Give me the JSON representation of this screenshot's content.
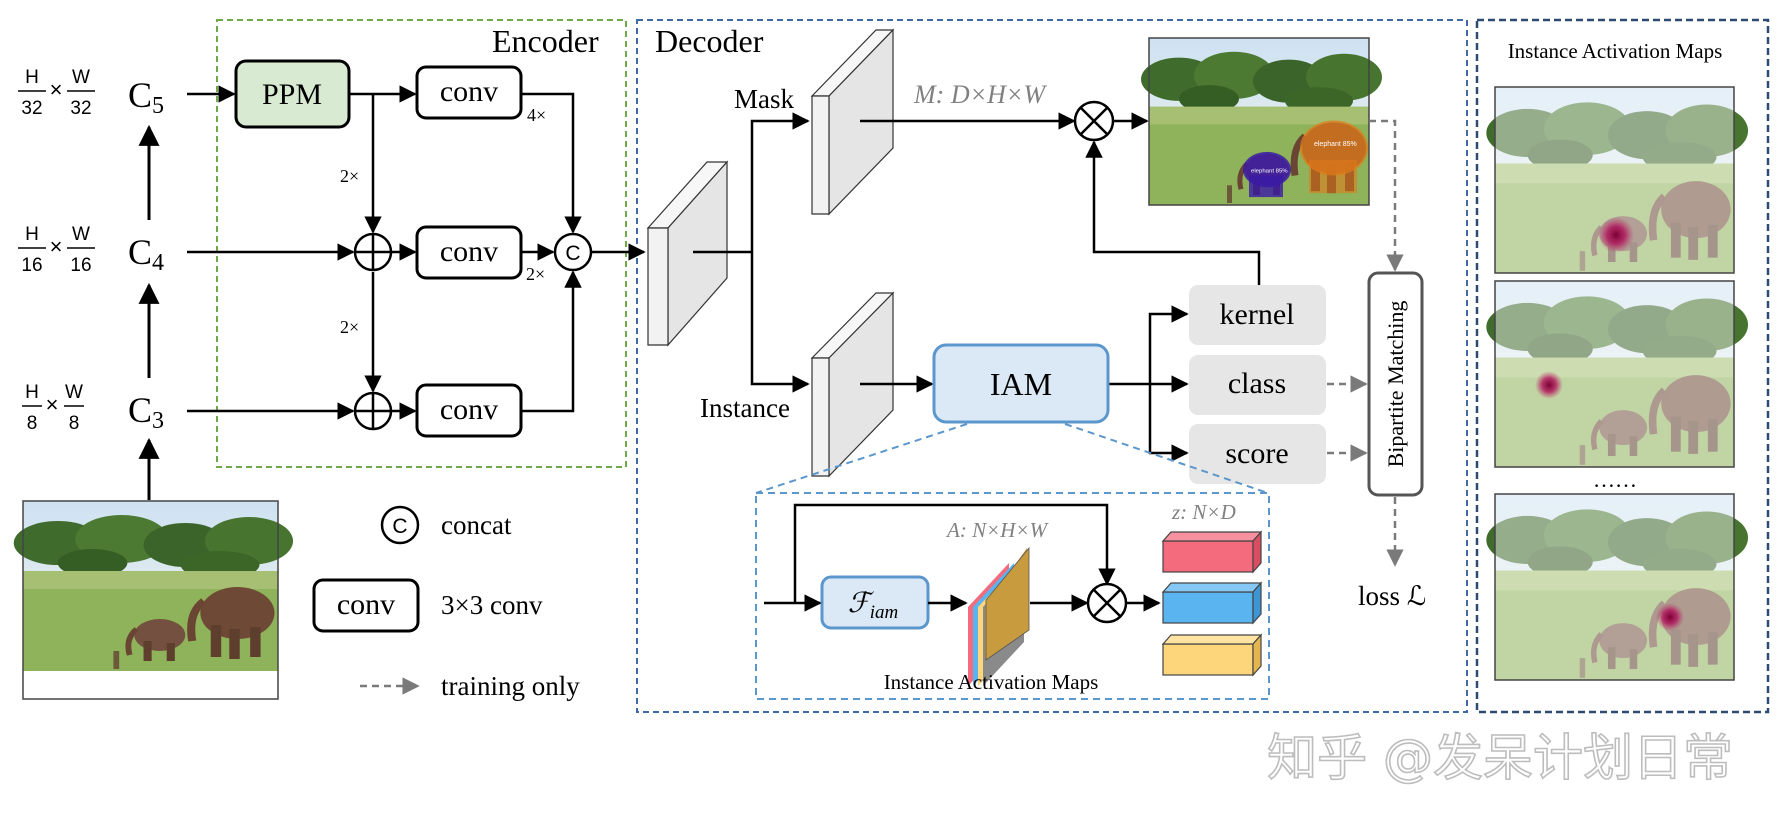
{
  "colors": {
    "encoder_border": "#6fa94a",
    "decoder_border": "#3f6aa6",
    "side_panel_border": "#2e4a72",
    "iam_border": "#5b97cc",
    "iam_fill": "#dbe9f7",
    "ppm_fill": "#d8ebd2",
    "head_fill": "#e6e6e6",
    "block_red": "#f46b7e",
    "block_blue": "#5ab4f0",
    "block_yellow": "#fdd57a",
    "watermark": "#c9c9c9"
  },
  "scales": {
    "c5": {
      "num_h": "H",
      "den_h": "32",
      "times": "×",
      "num_w": "W",
      "den_w": "32"
    },
    "c4": {
      "num_h": "H",
      "den_h": "16",
      "times": "×",
      "num_w": "W",
      "den_w": "16"
    },
    "c3": {
      "num_h": "H",
      "den_h": "8",
      "times": "×",
      "num_w": "W",
      "den_w": "8"
    }
  },
  "backbone": {
    "c5": {
      "base": "C",
      "sub": "5"
    },
    "c4": {
      "base": "C",
      "sub": "4"
    },
    "c3": {
      "base": "C",
      "sub": "3"
    }
  },
  "encoder": {
    "title": "Encoder",
    "ppm_label": "PPM",
    "conv_label": "conv",
    "upsample_4x": "4×",
    "upsample_2x": "2×",
    "concat_symbol": "C"
  },
  "decoder": {
    "title": "Decoder",
    "mask_label": "Mask",
    "instance_label": "Instance",
    "mask_feature_label": "M: D×H×W",
    "iam_label": "IAM",
    "heads": [
      "kernel",
      "class",
      "score"
    ],
    "bipartite_label": "Bipartite Matching",
    "loss_label": "loss ℒ"
  },
  "iam_detail": {
    "f_iam_label": "ℱ",
    "f_iam_sub": "iam",
    "a_label": "A: N×H×W",
    "z_label": "z: N×D",
    "caption": "Instance Activation Maps"
  },
  "legend": {
    "concat_symbol": "C",
    "concat_label": "concat",
    "conv_symbol": "conv",
    "conv_label": "3×3 conv",
    "training_label": "training only"
  },
  "side_panel": {
    "title": "Instance Activation Maps",
    "ellipsis": "……"
  },
  "seg_image": {
    "label_big": "elephant 85%",
    "label_small": "elephant 85%"
  },
  "watermark": "知乎 @发呆计划日常"
}
